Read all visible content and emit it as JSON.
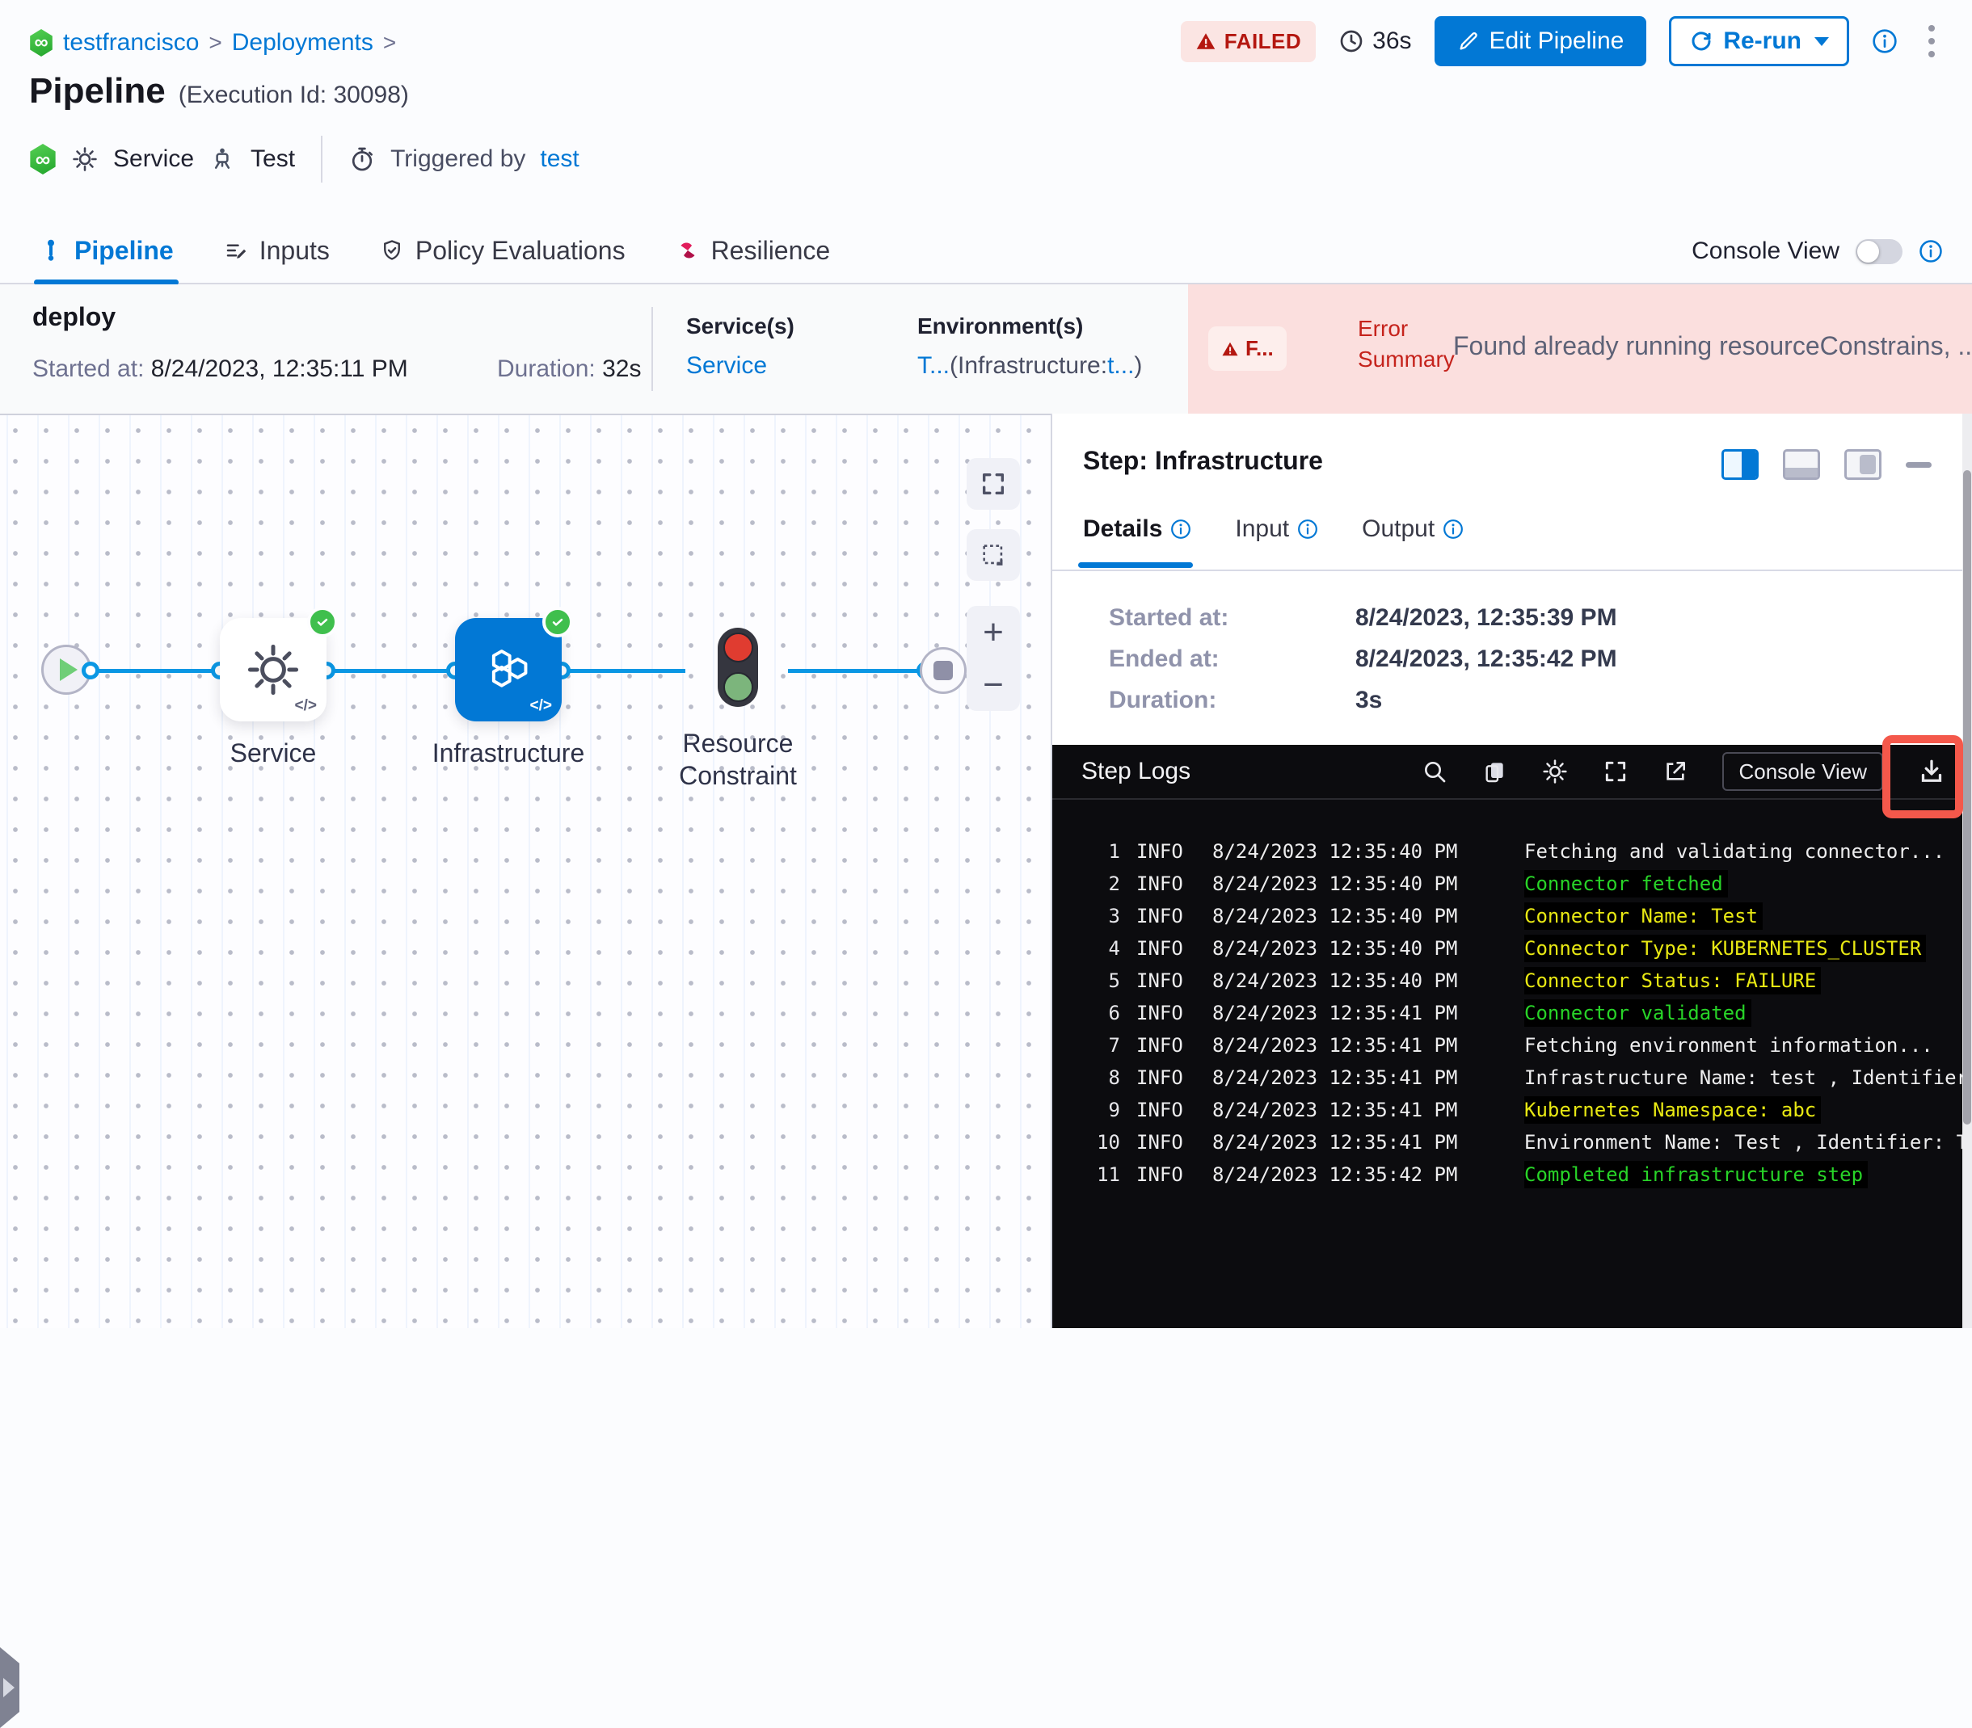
{
  "colors": {
    "accent": "#0278d5",
    "failed_red": "#b41710",
    "error_bg": "#fbdfde",
    "highlight_red": "#f4584b",
    "log_green": "#28d428",
    "log_yellow": "#e8e813",
    "node_blue": "#0278d5",
    "check_green": "#3fbf4d"
  },
  "breadcrumb": {
    "project": "testfrancisco",
    "sep1": ">",
    "section": "Deployments",
    "sep2": ">"
  },
  "header": {
    "title": "Pipeline",
    "execution_id": "(Execution Id: 30098)",
    "status": "FAILED",
    "total_duration": "36s",
    "edit_button": "Edit Pipeline",
    "rerun_button": "Re-run",
    "service_label": "Service",
    "test_label": "Test",
    "triggered_by_label": "Triggered by",
    "trigger_user": "test"
  },
  "tabs": [
    {
      "label": "Pipeline",
      "active": true
    },
    {
      "label": "Inputs",
      "active": false
    },
    {
      "label": "Policy Evaluations",
      "active": false
    },
    {
      "label": "Resilience",
      "active": false
    }
  ],
  "console_view_label": "Console View",
  "summary": {
    "stage": "deploy",
    "started_label": "Started at:",
    "started_value": "8/24/2023, 12:35:11 PM",
    "duration_label": "Duration:",
    "duration_value": "32s",
    "services_header": "Service(s)",
    "service_value": "Service",
    "environments_header": "Environment(s)",
    "env_link1": "T...",
    "env_paren": "(Infrastructure:",
    "env_link2": "t...",
    "env_close": ")",
    "error_badge": "F...",
    "error_label_line1": "Error",
    "error_label_line2": "Summary",
    "error_text": "Found already running resourceConstrains, ..."
  },
  "graph": {
    "code_glyph": "</>",
    "nodes": [
      {
        "type": "start"
      },
      {
        "type": "service",
        "label": "Service"
      },
      {
        "type": "infrastructure",
        "label": "Infrastructure"
      },
      {
        "type": "resource-constraint",
        "label": "Resource Constraint"
      },
      {
        "type": "end"
      }
    ],
    "controls": {
      "zoom_in": "+",
      "zoom_out": "−"
    }
  },
  "step_panel": {
    "title": "Step: Infrastructure",
    "tabs": [
      {
        "label": "Details",
        "active": true
      },
      {
        "label": "Input",
        "active": false
      },
      {
        "label": "Output",
        "active": false
      }
    ],
    "details": [
      {
        "label": "Started at:",
        "value": "8/24/2023, 12:35:39 PM"
      },
      {
        "label": "Ended at:",
        "value": "8/24/2023, 12:35:42 PM"
      },
      {
        "label": "Duration:",
        "value": "3s"
      }
    ]
  },
  "logs": {
    "title": "Step Logs",
    "console_view_button": "Console View",
    "lines": [
      {
        "num": 1,
        "level": "INFO",
        "time": "8/24/2023 12:35:40 PM",
        "text": "Fetching and validating connector...",
        "color": "white"
      },
      {
        "num": 2,
        "level": "INFO",
        "time": "8/24/2023 12:35:40 PM",
        "text": "Connector fetched",
        "color": "green"
      },
      {
        "num": 3,
        "level": "INFO",
        "time": "8/24/2023 12:35:40 PM",
        "text": "Connector Name: Test",
        "color": "yellow"
      },
      {
        "num": 4,
        "level": "INFO",
        "time": "8/24/2023 12:35:40 PM",
        "text": "Connector Type: KUBERNETES_CLUSTER",
        "color": "yellow"
      },
      {
        "num": 5,
        "level": "INFO",
        "time": "8/24/2023 12:35:40 PM",
        "text": "Connector Status: FAILURE",
        "color": "yellow"
      },
      {
        "num": 6,
        "level": "INFO",
        "time": "8/24/2023 12:35:41 PM",
        "text": "Connector validated",
        "color": "green"
      },
      {
        "num": 7,
        "level": "INFO",
        "time": "8/24/2023 12:35:41 PM",
        "text": "Fetching environment information...",
        "color": "white"
      },
      {
        "num": 8,
        "level": "INFO",
        "time": "8/24/2023 12:35:41 PM",
        "text": "Infrastructure Name: test , Identifier:",
        "color": "white"
      },
      {
        "num": 9,
        "level": "INFO",
        "time": "8/24/2023 12:35:41 PM",
        "text": "Kubernetes Namespace: abc",
        "color": "yellow"
      },
      {
        "num": 10,
        "level": "INFO",
        "time": "8/24/2023 12:35:41 PM",
        "text": "Environment Name: Test , Identifier: Te",
        "color": "white"
      },
      {
        "num": 11,
        "level": "INFO",
        "time": "8/24/2023 12:35:42 PM",
        "text": "Completed infrastructure step",
        "color": "green"
      }
    ]
  }
}
